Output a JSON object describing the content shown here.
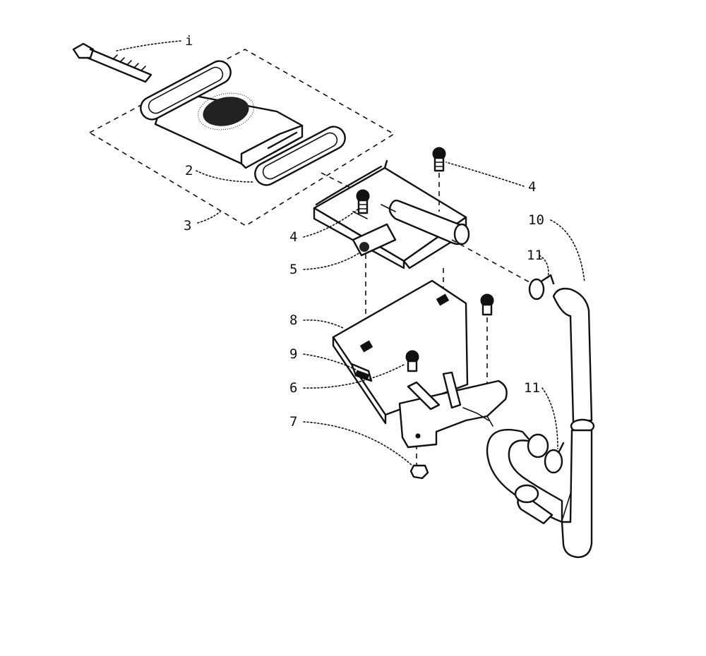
{
  "callouts": {
    "c1": "i",
    "c2": "2",
    "c3": "3",
    "c4a": "4",
    "c4b": "4",
    "c5": "5",
    "c6": "6",
    "c7": "7",
    "c8": "8",
    "c9": "9",
    "c10": "10",
    "c11a": "11",
    "c11b": "11"
  }
}
